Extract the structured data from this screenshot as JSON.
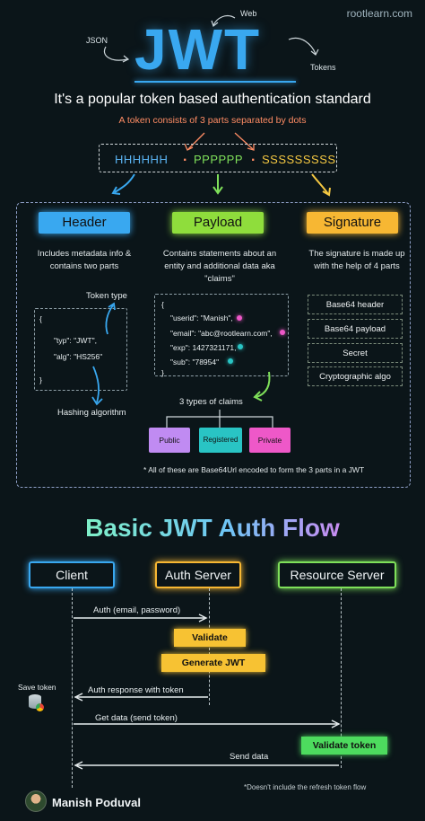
{
  "header": {
    "title": "JWT",
    "brand": "rootlearn.com",
    "label_web": "Web",
    "label_json": "JSON",
    "label_tokens": "Tokens",
    "tagline": "It's a popular token based authentication standard",
    "subline": "A token consists of 3 parts separated by dots"
  },
  "token": {
    "part1": "HHHHHH",
    "part2": "PPPPPP",
    "part3": "SSSSSSSSS",
    "dot": "."
  },
  "sections": {
    "header": {
      "label": "Header",
      "desc": "Includes metadata info & contains two parts",
      "token_type_label": "Token type",
      "code_open": "{",
      "code_typ": "\"typ\": \"JWT\",",
      "code_alg": "\"alg\": \"HS256\"",
      "code_close": "}",
      "hashing_label": "Hashing algorithm"
    },
    "payload": {
      "label": "Payload",
      "desc": "Contains statements about an entity and additional data aka \"claims\"",
      "code_open": "{",
      "lines": [
        "\"userid\": \"Manish\",",
        "\"email\": \"abc@rootlearn.com\",",
        "\"exp\": 1427321171,",
        "\"sub\": \"78954\""
      ],
      "code_close": "}",
      "claims_label": "3 types of claims",
      "claims": [
        "Public",
        "Registered",
        "Private"
      ]
    },
    "signature": {
      "label": "Signature",
      "desc": "The signature is made up with the help of 4 parts",
      "items": [
        "Base64 header",
        "Base64 payload",
        "Secret",
        "Cryptographic algo"
      ]
    },
    "note": "* All of these are Base64Url encoded to form the 3 parts in a JWT"
  },
  "flow": {
    "title": "Basic JWT Auth Flow",
    "actors": [
      "Client",
      "Auth Server",
      "Resource Server"
    ],
    "msg_auth": "Auth (email, password)",
    "step_validate": "Validate",
    "step_generate": "Generate JWT",
    "save_token": "Save token",
    "msg_response": "Auth response with token",
    "msg_get": "Get data (send token)",
    "step_validate_token": "Validate token",
    "msg_send": "Send data",
    "footnote": "*Doesn't include the refresh token flow",
    "author": "Manish Poduval"
  },
  "colors": {
    "jwt_blue": "#39a8f0",
    "header_btn": "#39a8f0",
    "payload_btn": "#8fdd3c",
    "signature_btn": "#f7b733",
    "orange_text": "#ff8c64",
    "green_token": "#7fe05a",
    "yellow_token": "#f5c842",
    "claim_public": "#c08bf2",
    "claim_registered": "#29c4c4",
    "claim_private": "#ee58c8",
    "validate": "#f7c233",
    "validate_token": "#4ddb5e"
  }
}
